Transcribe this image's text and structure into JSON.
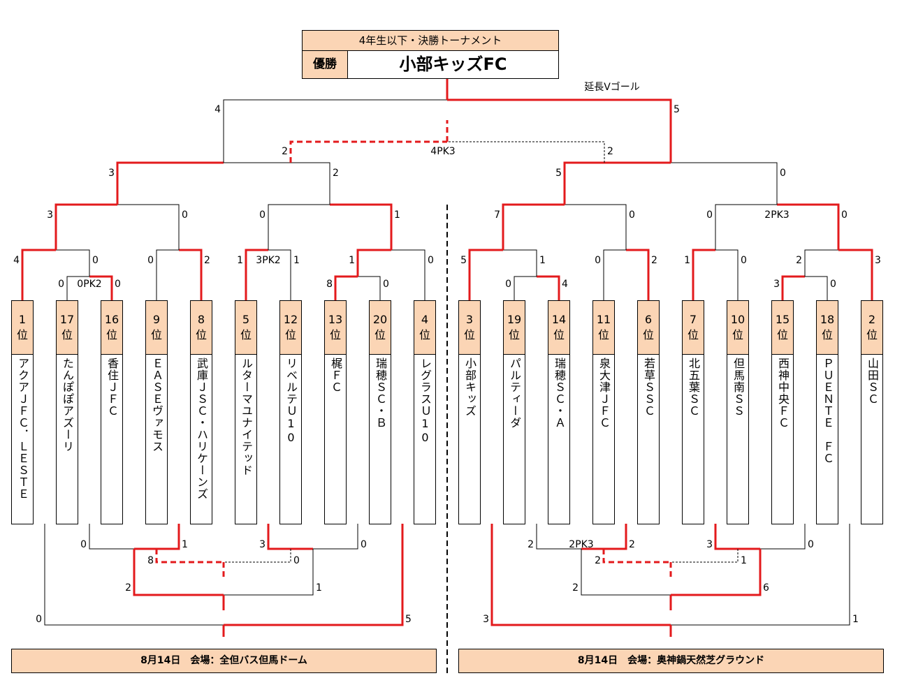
{
  "title": "4年生以下・決勝トーナメント",
  "winner_label": "優勝",
  "winner": "小部キッズFC",
  "final_note": "延長Vゴール",
  "colors": {
    "win": "#e31a1c",
    "header": "#fbd5b5",
    "line": "#000000"
  },
  "teams": [
    {
      "rank": "1",
      "rank_suffix": "位",
      "name": "アクアＪＦＣ．ＬＥＳＴＥ"
    },
    {
      "rank": "17",
      "rank_suffix": "位",
      "name": "たんぽぽアズーリ"
    },
    {
      "rank": "16",
      "rank_suffix": "位",
      "name": "香住ＪＦＣ"
    },
    {
      "rank": "9",
      "rank_suffix": "位",
      "name": "ＥＡＳＥヴァモス"
    },
    {
      "rank": "8",
      "rank_suffix": "位",
      "name": "武庫ＪＳＣ・ハリケーンズ"
    },
    {
      "rank": "5",
      "rank_suffix": "位",
      "name": "ルターマユナイテッド"
    },
    {
      "rank": "12",
      "rank_suffix": "位",
      "name": "リベルテＵ10"
    },
    {
      "rank": "13",
      "rank_suffix": "位",
      "name": "梶ＦＣ"
    },
    {
      "rank": "20",
      "rank_suffix": "位",
      "name": "瑞穂ＳＣ・Ｂ"
    },
    {
      "rank": "4",
      "rank_suffix": "位",
      "name": "レグラスＵ10"
    },
    {
      "rank": "3",
      "rank_suffix": "位",
      "name": "小部キッズ"
    },
    {
      "rank": "19",
      "rank_suffix": "位",
      "name": "パルティーダ"
    },
    {
      "rank": "14",
      "rank_suffix": "位",
      "name": "瑞穂ＳＣ・Ａ"
    },
    {
      "rank": "11",
      "rank_suffix": "位",
      "name": "泉大津ＪＦＣ"
    },
    {
      "rank": "6",
      "rank_suffix": "位",
      "name": "若草ＳＳＣ"
    },
    {
      "rank": "7",
      "rank_suffix": "位",
      "name": "北五葉ＳＣ"
    },
    {
      "rank": "10",
      "rank_suffix": "位",
      "name": "但馬南ＳＳ"
    },
    {
      "rank": "15",
      "rank_suffix": "位",
      "name": "西神中央ＦＣ"
    },
    {
      "rank": "18",
      "rank_suffix": "位",
      "name": "ＰＵＥＮＴＥ　ＦＣ"
    },
    {
      "rank": "2",
      "rank_suffix": "位",
      "name": "山田ＳＣ"
    }
  ],
  "upper_matches": [
    {
      "label": "R1 17 vs 16",
      "a": "0",
      "b": "0",
      "pk": "0PK2",
      "winner": "b"
    },
    {
      "label": "R1 13 vs 20",
      "a": "8",
      "b": "0",
      "winner": "a"
    },
    {
      "label": "R1 19 vs 14",
      "a": "0",
      "b": "4",
      "winner": "b"
    },
    {
      "label": "R1 15 vs 18",
      "a": "3",
      "b": "0",
      "winner": "a"
    },
    {
      "label": "R2 1 vs (17/16)",
      "a": "4",
      "b": "0",
      "winner": "a"
    },
    {
      "label": "R2 9 vs 8",
      "a": "0",
      "b": "2",
      "winner": "b"
    },
    {
      "label": "R2 5 vs 12",
      "a": "1",
      "b": "1",
      "pk": "3PK2",
      "winner": "a"
    },
    {
      "label": "R2 (13/20) vs 4",
      "a": "1",
      "b": "0",
      "winner": "a"
    },
    {
      "label": "R2 3 vs (19/14)",
      "a": "5",
      "b": "1",
      "winner": "a"
    },
    {
      "label": "R2 11 vs 6",
      "a": "0",
      "b": "2",
      "winner": "b"
    },
    {
      "label": "R2 7 vs 10",
      "a": "1",
      "b": "0",
      "winner": "a"
    },
    {
      "label": "R2 (15/18) vs 2",
      "a": "2",
      "b": "3",
      "winner": "b"
    },
    {
      "label": "QF",
      "a": "3",
      "b": "0",
      "winner": "a"
    },
    {
      "label": "QF",
      "a": "0",
      "b": "1",
      "winner": "b"
    },
    {
      "label": "QF",
      "a": "7",
      "b": "0",
      "winner": "a"
    },
    {
      "label": "QF",
      "a": "0",
      "b": "0",
      "pk": "2PK3",
      "winner": "b"
    },
    {
      "label": "SF",
      "a": "3",
      "b": "2",
      "winner": "a"
    },
    {
      "label": "SF",
      "a": "5",
      "b": "0",
      "winner": "a"
    },
    {
      "label": "Final",
      "a": "4",
      "b": "5",
      "note": "延長Vゴール",
      "winner": "b"
    },
    {
      "label": "3rd place",
      "a": "2",
      "b": "2",
      "pk": "4PK3",
      "winner": "a"
    }
  ],
  "lower_matches": [
    {
      "label": "L-left 17/16 loser vs 8",
      "a": "0",
      "b": "1",
      "winner": "b"
    },
    {
      "label": "L-left 12 vs 4",
      "a": "3",
      "b": "0",
      "winner": "a"
    },
    {
      "label": "L-left semi",
      "a": "2",
      "b": "1",
      "winner": "a"
    },
    {
      "label": "L-left dashed",
      "a": "8",
      "b": "0",
      "winner": "a"
    },
    {
      "label": "L-left final",
      "a": "0",
      "b": "5",
      "winner": "b"
    },
    {
      "label": "L-right 19 vs 14",
      "a": "2",
      "b": "2",
      "pk": "2PK3",
      "winner": "b"
    },
    {
      "label": "L-right 7 vs 15",
      "a": "3",
      "b": "0",
      "winner": "a"
    },
    {
      "label": "L-right semi",
      "a": "2",
      "b": "6",
      "winner": "b"
    },
    {
      "label": "L-right dashed",
      "a": "2",
      "b": "1",
      "winner": "a"
    },
    {
      "label": "L-right final",
      "a": "3",
      "b": "1",
      "winner": "a"
    }
  ],
  "footer": {
    "left": "8月14日　会場：全但バス但馬ドーム",
    "right": "8月14日　会場：奥神鍋天然芝グラウンド"
  }
}
